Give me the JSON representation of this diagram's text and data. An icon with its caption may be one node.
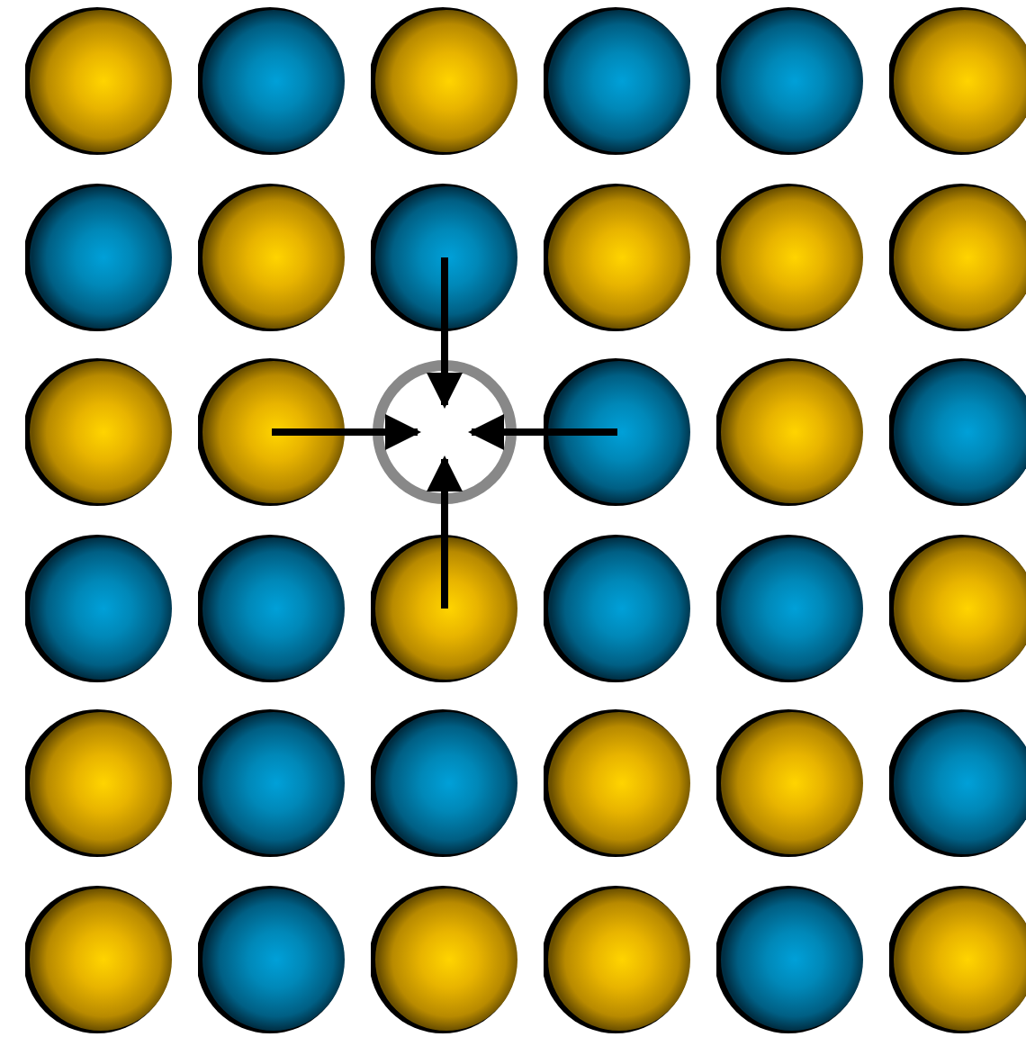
{
  "diagram": {
    "nodes": [
      {
        "text": [],
        "shape": "circle"
      },
      {
        "text": [],
        "shape": "circle"
      },
      {
        "text": [],
        "shape": "circle"
      },
      {
        "text": [],
        "shape": "circle"
      },
      {
        "text": [],
        "shape": "circle"
      },
      {
        "text": [],
        "shape": "circle"
      },
      {
        "text": [],
        "shape": "circle"
      },
      {
        "text": [],
        "shape": "circle"
      },
      {
        "text": [],
        "shape": "circle"
      },
      {
        "text": [],
        "shape": "circle"
      },
      {
        "text": [],
        "shape": "circle"
      },
      {
        "text": [],
        "shape": "circle"
      },
      {
        "text": [],
        "shape": "circle"
      },
      {
        "text": [],
        "shape": "circle"
      },
      {
        "text": [],
        "shape": "circle"
      },
      {
        "text": [],
        "shape": "circle"
      },
      {
        "text": [],
        "shape": "circle"
      },
      {
        "text": [],
        "shape": "circle"
      },
      {
        "text": [],
        "shape": "circle"
      },
      {
        "text": [],
        "shape": "circle"
      },
      {
        "text": [],
        "shape": "circle"
      },
      {
        "text": [],
        "shape": "circle"
      },
      {
        "text": [],
        "shape": "circle"
      },
      {
        "text": [],
        "shape": "circle"
      },
      {
        "text": [],
        "shape": "circle"
      },
      {
        "text": [],
        "shape": "circle"
      },
      {
        "text": [],
        "shape": "circle"
      },
      {
        "text": [],
        "shape": "circle"
      },
      {
        "text": [],
        "shape": "circle"
      },
      {
        "text": [],
        "shape": "circle"
      },
      {
        "text": [],
        "shape": "circle"
      },
      {
        "text": [],
        "shape": "circle"
      },
      {
        "text": [],
        "shape": "circle"
      },
      {
        "text": [],
        "shape": "circle"
      },
      {
        "text": [],
        "shape": "circle"
      },
      {
        "text": [],
        "shape": "circle"
      }
    ],
    "edges": [
      {
        "from": 8,
        "to": 14,
        "arrow": "to"
      },
      {
        "from": 13,
        "to": 14,
        "arrow": "to"
      },
      {
        "from": 15,
        "to": 14,
        "arrow": "to"
      },
      {
        "from": 20,
        "to": 14,
        "arrow": "to"
      }
    ]
  }
}
